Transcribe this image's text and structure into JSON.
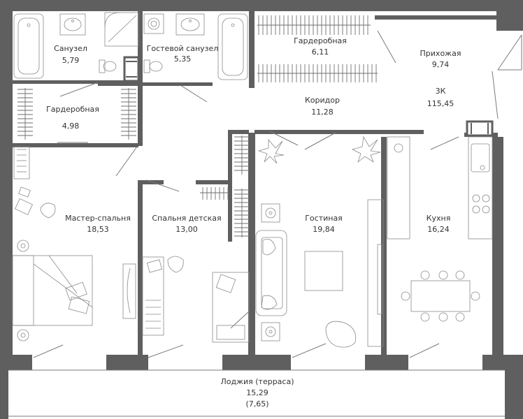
{
  "apartment": {
    "type": "3К",
    "total_area": "115,45"
  },
  "rooms": [
    {
      "id": "sanuzel",
      "name": "Санузел",
      "area": "5,79"
    },
    {
      "id": "guest-bathroom",
      "name": "Гостевой санузел",
      "area": "5,35"
    },
    {
      "id": "wardrobe-top",
      "name": "Гардеробная",
      "area": "6,11"
    },
    {
      "id": "hallway",
      "name": "Прихожая",
      "area": "9,74"
    },
    {
      "id": "wardrobe-left",
      "name": "Гардеробная",
      "area": "4,98"
    },
    {
      "id": "corridor",
      "name": "Коридор",
      "area": "11,28"
    },
    {
      "id": "master-bedroom",
      "name": "Мастер-спальня",
      "area": "18,53"
    },
    {
      "id": "kids-bedroom",
      "name": "Спальня детская",
      "area": "13,00"
    },
    {
      "id": "living-room",
      "name": "Гостиная",
      "area": "19,84"
    },
    {
      "id": "kitchen",
      "name": "Кухня",
      "area": "16,24"
    },
    {
      "id": "loggia",
      "name": "Лоджия (терраса)",
      "area": "15,29",
      "area_reduced": "(7,65)"
    }
  ],
  "colors": {
    "wall": "#5f5f5f",
    "line": "#7a7a7a",
    "text": "#333333",
    "background": "#ffffff"
  }
}
